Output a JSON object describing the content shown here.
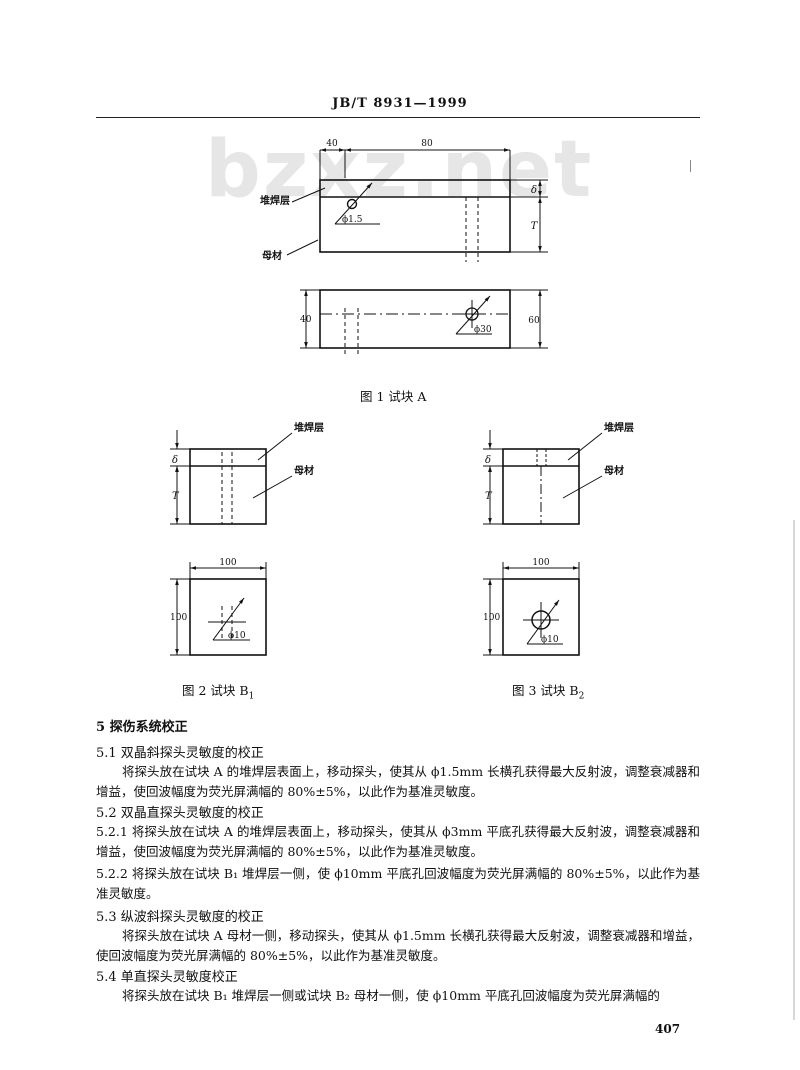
{
  "header": {
    "standard_id": "JB/T 8931—1999"
  },
  "watermark": {
    "text": "bzxz.net"
  },
  "fig1": {
    "dims": {
      "d40": "40",
      "d80": "80",
      "delta": "δ",
      "T": "T",
      "d40_side": "40",
      "d60": "60"
    },
    "labels": {
      "cladding": "堆焊层",
      "base": "母材",
      "hole_small": "ϕ1.5",
      "hole_large": "ϕ30"
    },
    "caption": "图 1   试块 A"
  },
  "fig2": {
    "dims": {
      "delta": "δ",
      "T": "T",
      "w100": "100",
      "h100": "100",
      "hole": "ϕ10"
    },
    "labels": {
      "cladding": "堆焊层",
      "base": "母材"
    },
    "caption_main": "图 2   试块 B",
    "caption_sub": "1"
  },
  "fig3": {
    "dims": {
      "delta": "δ",
      "T": "T",
      "w100": "100",
      "h100": "100",
      "hole": "ϕ10"
    },
    "labels": {
      "cladding": "堆焊层",
      "base": "母材"
    },
    "caption_main": "图 3   试块 B",
    "caption_sub": "2"
  },
  "section5": {
    "title": "5   探伤系统校正",
    "s51": {
      "title": "5.1   双晶斜探头灵敏度的校正",
      "para": "将探头放在试块 A 的堆焊层表面上，移动探头，使其从 ϕ1.5mm 长横孔获得最大反射波，调整衰减器和增益，使回波幅度为荧光屏满幅的 80%±5%，以此作为基准灵敏度。"
    },
    "s52": {
      "title": "5.2   双晶直探头灵敏度的校正",
      "p521": "5.2.1   将探头放在试块 A 的堆焊层表面上，移动探头，使其从 ϕ3mm 平底孔获得最大反射波，调整衰减器和增益，使回波幅度为荧光屏满幅的 80%±5%，以此作为基准灵敏度。",
      "p522": "5.2.2   将探头放在试块 B₁ 堆焊层一侧，使 ϕ10mm 平底孔回波幅度为荧光屏满幅的 80%±5%，以此作为基准灵敏度。"
    },
    "s53": {
      "title": "5.3   纵波斜探头灵敏度的校正",
      "para": "将探头放在试块 A 母材一侧，移动探头，使其从 ϕ1.5mm 长横孔获得最大反射波，调整衰减器和增益，使回波幅度为荧光屏满幅的 80%±5%，以此作为基准灵敏度。"
    },
    "s54": {
      "title": "5.4   单直探头灵敏度校正",
      "para": "将探头放在试块 B₁ 堆焊层一侧或试块 B₂ 母材一侧，使 ϕ10mm 平底孔回波幅度为荧光屏满幅的"
    }
  },
  "page": {
    "number": "407"
  }
}
